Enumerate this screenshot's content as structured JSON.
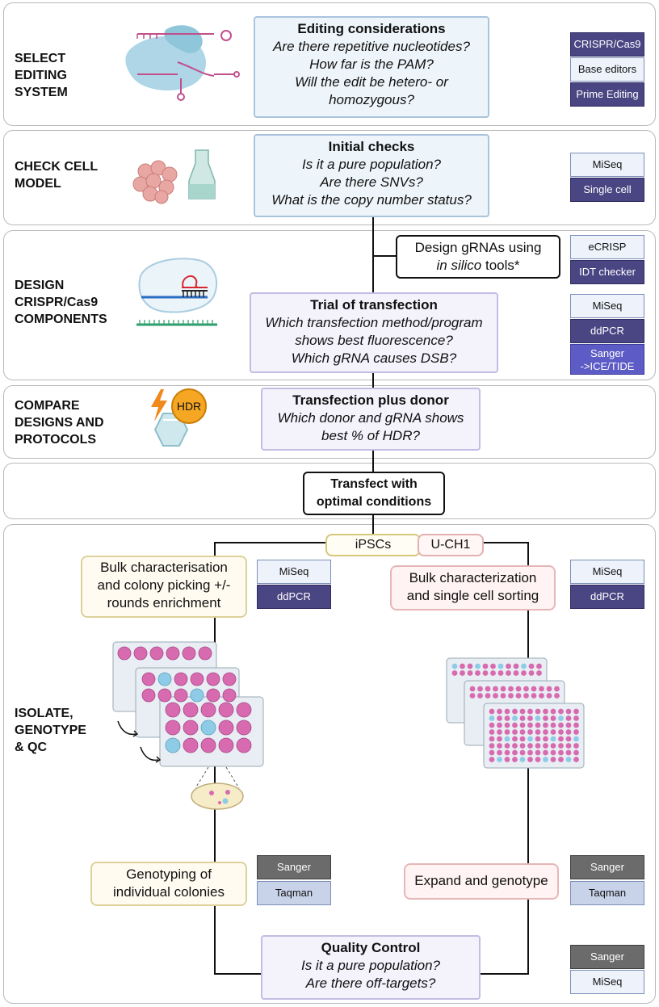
{
  "sections": {
    "s1": {
      "label": [
        "SELECT",
        "EDITING",
        "SYSTEM"
      ]
    },
    "s2": {
      "label": [
        "CHECK CELL",
        "MODEL"
      ]
    },
    "s3": {
      "label": [
        "DESIGN",
        "CRISPR/Cas9",
        "COMPONENTS"
      ]
    },
    "s4": {
      "label": [
        "COMPARE",
        "DESIGNS AND",
        "PROTOCOLS"
      ]
    },
    "s6": {
      "label": [
        "ISOLATE,",
        "GENOTYPE",
        "& QC"
      ]
    }
  },
  "editing": {
    "title": "Editing considerations",
    "q1": "Are there repetitive nucleotides?",
    "q2": "How far is the PAM?",
    "q3": "Will the edit be hetero- or",
    "q4": "homozygous?"
  },
  "editing_tags": [
    "CRISPR/Cas9",
    "Base editors",
    "Prime Editing"
  ],
  "initial": {
    "title": "Initial checks",
    "q1": "Is it a pure population?",
    "q2": "Are there SNVs?",
    "q3": "What is the copy number status?"
  },
  "initial_tags": [
    "MiSeq",
    "Single cell"
  ],
  "design_grna": {
    "line1": "Design gRNAs using",
    "italic": "in silico",
    "rest": " tools*"
  },
  "design_tags": [
    "eCRISP",
    "IDT checker"
  ],
  "trial": {
    "title": "Trial of transfection",
    "q1": "Which transfection method/program",
    "q2": "shows best fluorescence?",
    "q3": "Which gRNA causes DSB?"
  },
  "trial_tags": [
    "MiSeq",
    "ddPCR",
    "Sanger",
    "->ICE/TIDE"
  ],
  "hdr_label": "HDR",
  "donor": {
    "title": "Transfection plus donor",
    "q1": "Which donor and gRNA shows",
    "q2": "best % of HDR?"
  },
  "optimal": {
    "line1": "Transfect with",
    "line2": "optimal conditions"
  },
  "ipsc": {
    "label": "iPSCs",
    "bulk1": "Bulk characterisation",
    "bulk2": "and colony picking +/-",
    "bulk3": "rounds enrichment",
    "tags": [
      "MiSeq",
      "ddPCR"
    ],
    "geno1": "Genotyping of",
    "geno2": "individual colonies",
    "geno_tags": [
      "Sanger",
      "Taqman"
    ]
  },
  "uch1": {
    "label": "U-CH1",
    "bulk1": "Bulk characterization",
    "bulk2": "and single cell sorting",
    "tags": [
      "MiSeq",
      "ddPCR"
    ],
    "geno": "Expand and genotype",
    "geno_tags": [
      "Sanger",
      "Taqman"
    ]
  },
  "qc": {
    "title": "Quality Control",
    "q1": "Is it a pure population?",
    "q2": "Are there off-targets?"
  },
  "qc_tags": [
    "Sanger",
    "MiSeq"
  ],
  "colors": {
    "pink_well": "#d86bb0",
    "blue_well": "#8ecbe6",
    "tag_dark": "#4a4583",
    "tag_light": "#eef2fb"
  }
}
